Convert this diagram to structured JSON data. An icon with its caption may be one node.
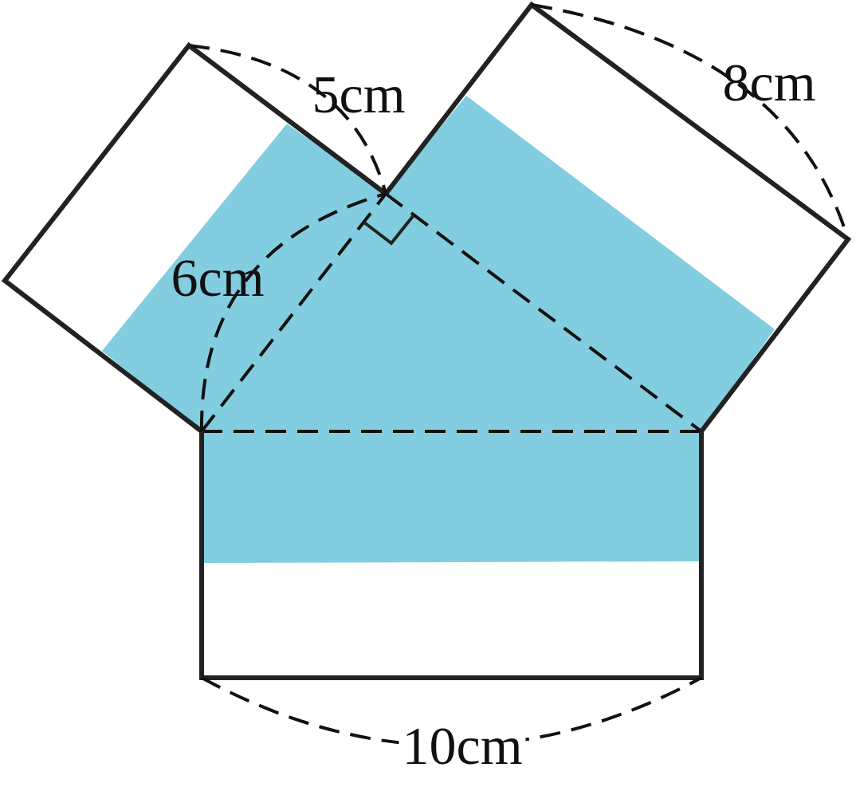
{
  "diagram": {
    "labels": [
      "5cm",
      "8cm",
      "6cm",
      "10cm"
    ]
  }
}
